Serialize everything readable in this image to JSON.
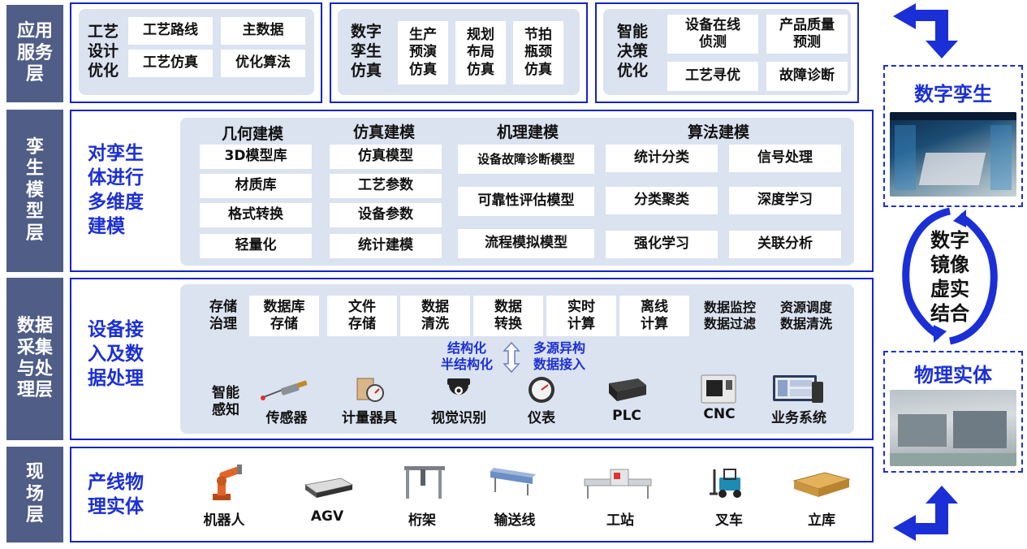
{
  "layers": {
    "app": "应用\n服务\n层",
    "model": "孪\n生\n模\n型\n层",
    "data": "数据\n采集\n与处\n理层",
    "field": "现\n场\n层"
  },
  "app": {
    "g1": {
      "title": "工艺\n设计\n优化",
      "items": [
        "工艺路线",
        "主数据",
        "工艺仿真",
        "优化算法"
      ]
    },
    "g2": {
      "title": "数字\n孪生\n仿真",
      "items": [
        "生产\n预演\n仿真",
        "规划\n布局\n仿真",
        "节拍\n瓶颈\n仿真"
      ]
    },
    "g3": {
      "title": "智能\n决策\n优化",
      "items": [
        "设备在线\n侦测",
        "产品质量\n预测",
        "工艺寻优",
        "故障诊断"
      ]
    }
  },
  "model": {
    "title": "对孪生\n体进行\n多维度\n建模",
    "geometry": {
      "header": "几何建模",
      "items": [
        "3D模型库",
        "材质库",
        "格式转换",
        "轻量化"
      ]
    },
    "simulation": {
      "header": "仿真建模",
      "items": [
        "仿真模型",
        "工艺参数",
        "设备参数",
        "统计建模"
      ]
    },
    "mechanism": {
      "header": "机理建模",
      "items": [
        "设备故障诊断模型",
        "可靠性评估模型",
        "流程模拟模型"
      ]
    },
    "algorithm": {
      "header": "算法建模",
      "items": [
        "统计分类",
        "信号处理",
        "分类聚类",
        "深度学习",
        "强化学习",
        "关联分析"
      ]
    }
  },
  "data": {
    "title": "设备接\n入及数\n据处理",
    "storage_label": "存储\n治理",
    "storage_items": [
      "数据库\n存储",
      "文件\n存储",
      "数据\n清洗",
      "数据\n转换",
      "实时\n计算",
      "离线\n计算"
    ],
    "extra": [
      "数据监控\n数据过滤",
      "资源调度\n数据清洗"
    ],
    "left_note": "结构化\n半结构化",
    "right_note": "多源异构\n数据接入",
    "sensing_label": "智能\n感知",
    "sensing_items": [
      "传感器",
      "计量器具",
      "视觉识别",
      "仪表",
      "PLC",
      "CNC",
      "业务系统"
    ]
  },
  "field": {
    "title": "产线物\n理实体",
    "items": [
      "机器人",
      "AGV",
      "桁架",
      "输送线",
      "工站",
      "叉车",
      "立库"
    ]
  },
  "side": {
    "digital_twin": "数字孪生",
    "mirror": "数字\n镜像\n虚实\n结合",
    "physical": "物理实体"
  },
  "colors": {
    "accent": "#1b2fd6",
    "layer_label_bg": "#4f5d87",
    "panel_bg": "#dbe2f0"
  }
}
